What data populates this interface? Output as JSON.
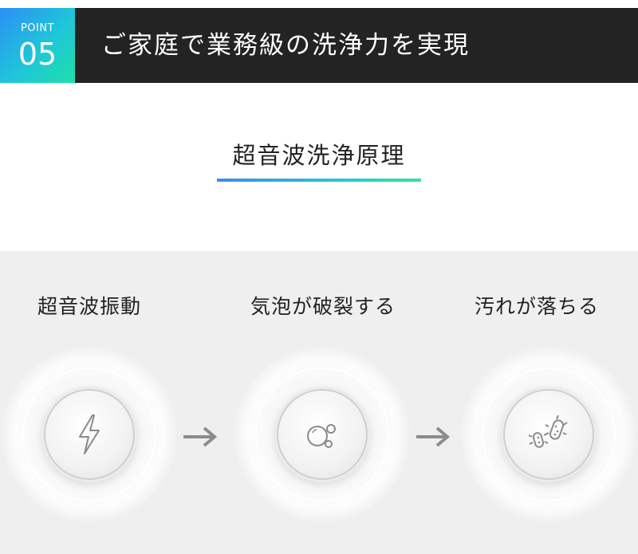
{
  "header": {
    "badge_label": "POINT",
    "badge_number": "05",
    "title": "ご家庭で業務級の洗浄力を実現"
  },
  "section": {
    "title": "超音波洗浄原理"
  },
  "steps": [
    {
      "label": "超音波振動",
      "icon": "lightning-bolt-icon"
    },
    {
      "label": "気泡が破裂する",
      "icon": "bubbles-icon"
    },
    {
      "label": "汚れが落ちる",
      "icon": "bacteria-icon"
    }
  ],
  "arrows": [
    "arrow-right-icon",
    "arrow-right-icon"
  ],
  "colors": {
    "header_bg": "#232323",
    "badge_gradient_start": "#2b8ff5",
    "badge_gradient_end": "#1fe0a8",
    "panel_bg": "#efefef"
  }
}
